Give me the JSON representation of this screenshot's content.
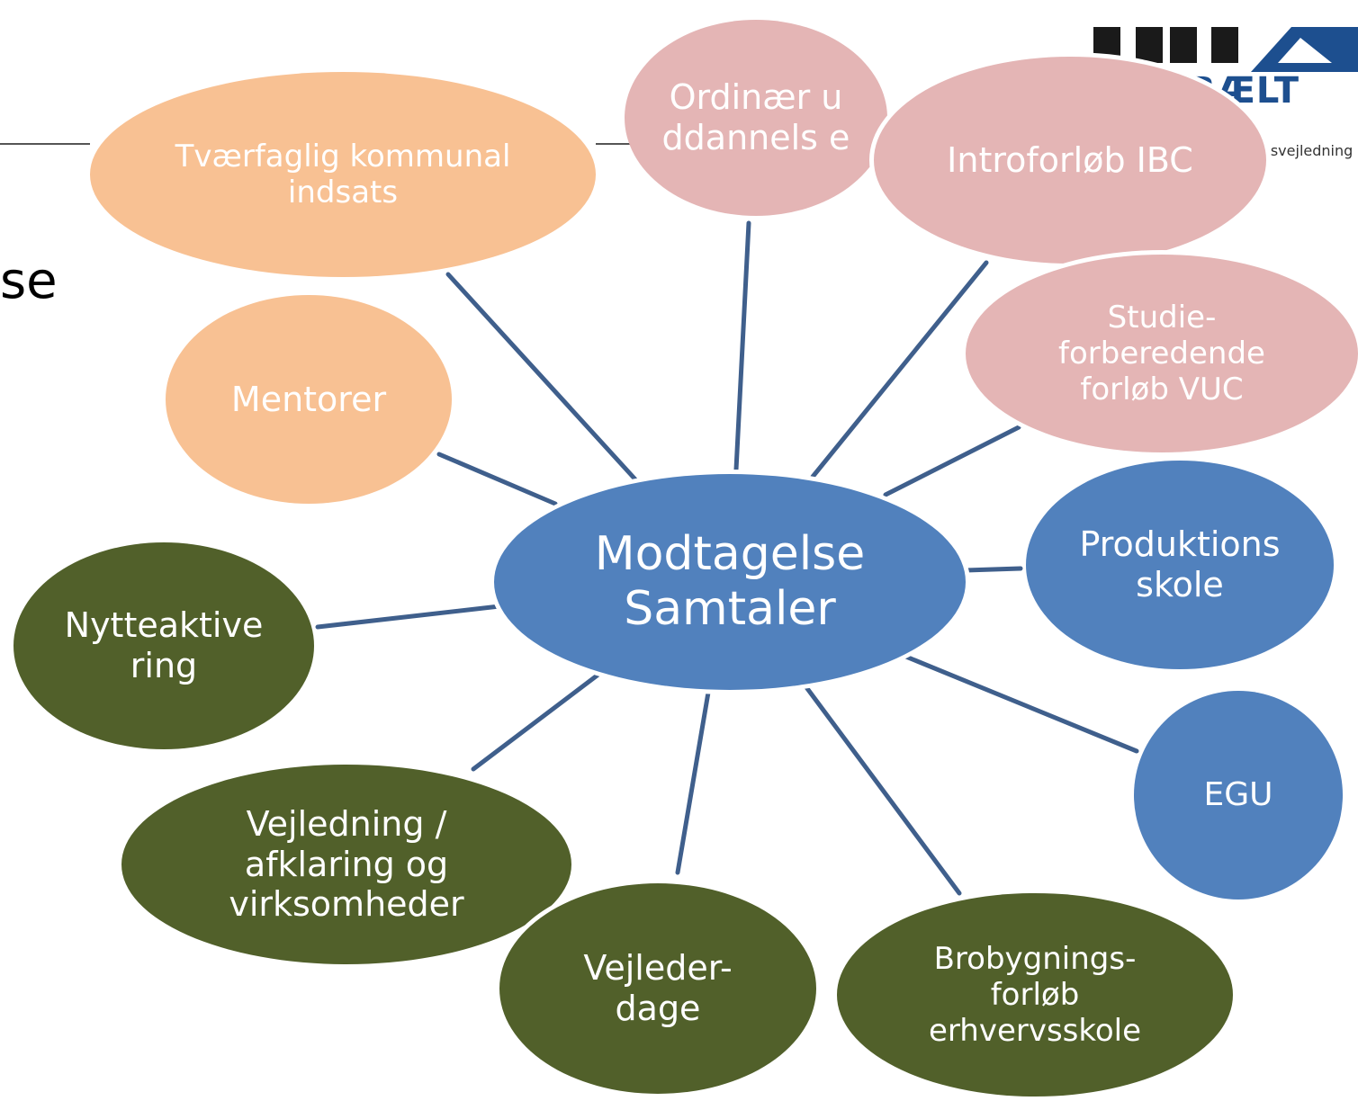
{
  "title_fragment": "se",
  "logo": {
    "text": "BÆLT",
    "subtitle": "esvejledning",
    "brand_color": "#1d4f8f"
  },
  "center": {
    "line1": "Modtagelse",
    "line2": "Samtaler",
    "color": "#5181bd"
  },
  "colors": {
    "peach": "#f8c193",
    "pink": "#e4b5b5",
    "blue": "#5181bd",
    "green": "#51602a",
    "connector": "#3f5f8c"
  },
  "nodes": {
    "tvaerfaglig": {
      "label": "Tværfaglig kommunal indsats"
    },
    "ordinaer": {
      "label": "Ordinær uddannels e"
    },
    "introforloeb": {
      "label": "Introforløb IBC"
    },
    "studie": {
      "label": "Studie- forberedende forløb VUC"
    },
    "mentorer": {
      "label": "Mentorer"
    },
    "produktion": {
      "label": "Produktions skole"
    },
    "egu": {
      "label": "EGU"
    },
    "nytteaktivering": {
      "label": "Nytteaktive ring"
    },
    "vejledning": {
      "label": "Vejledning / afklaring og virksomheder"
    },
    "vejlederdage": {
      "label": "Vejleder- dage"
    },
    "brobygning": {
      "label": "Brobygnings- forløb erhvervsskole"
    }
  }
}
